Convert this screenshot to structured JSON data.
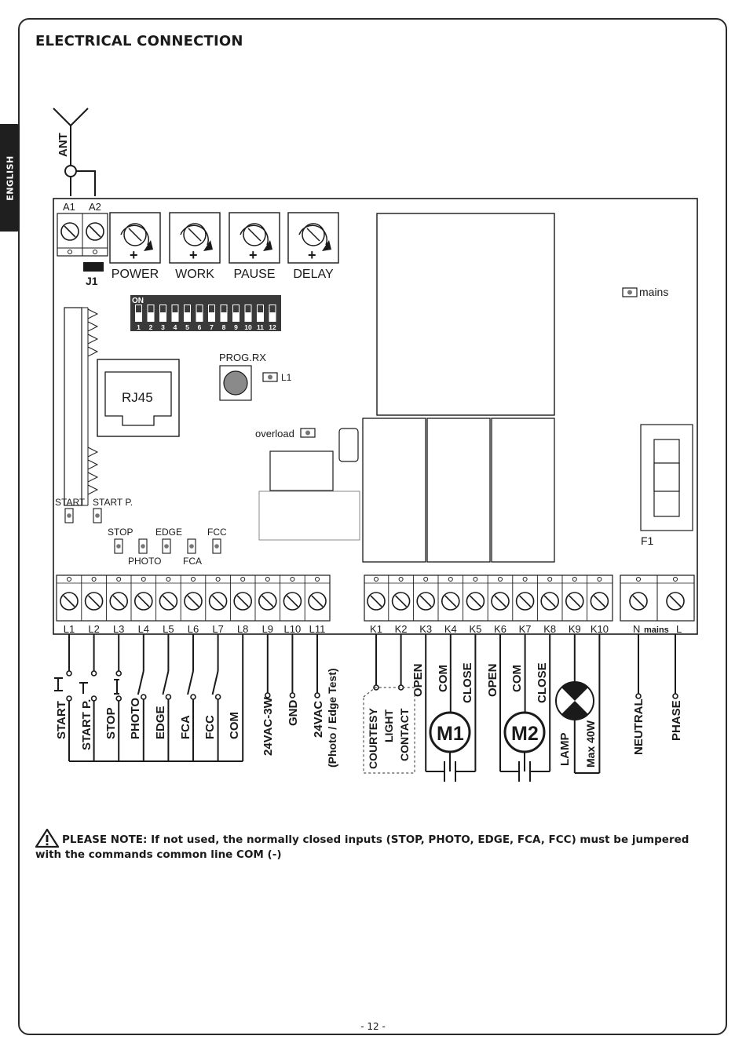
{
  "page": {
    "title": "ELECTRICAL CONNECTION",
    "language_tab": "ENGLISH",
    "page_number": "- 12 -"
  },
  "antenna": {
    "label": "ANT",
    "terminals": [
      "A1",
      "A2"
    ],
    "jumper": "J1"
  },
  "trimmers": [
    "POWER",
    "WORK",
    "PAUSE",
    "DELAY"
  ],
  "dip_switch": {
    "on_label": "ON",
    "numbers": [
      "1",
      "2",
      "3",
      "4",
      "5",
      "6",
      "7",
      "8",
      "9",
      "10",
      "11",
      "12"
    ]
  },
  "board": {
    "rj45": "RJ45",
    "prog_rx": "PROG.RX",
    "l1_led": "L1",
    "overload": "overload",
    "mains_led": "mains",
    "fuse": "F1",
    "leds": [
      "START",
      "START P.",
      "STOP",
      "EDGE",
      "FCC",
      "PHOTO",
      "FCA"
    ]
  },
  "terminals_l": [
    "L1",
    "L2",
    "L3",
    "L4",
    "L5",
    "L6",
    "L7",
    "L8",
    "L9",
    "L10",
    "L11"
  ],
  "terminals_k": [
    "K1",
    "K2",
    "K3",
    "K4",
    "K5",
    "K6",
    "K7",
    "K8",
    "K9",
    "K10"
  ],
  "terminals_mains": {
    "n": "N",
    "mains": "mains",
    "l": "L"
  },
  "inputs": [
    "START",
    "START P.",
    "STOP",
    "PHOTO",
    "EDGE",
    "FCA",
    "FCC",
    "COM"
  ],
  "outputs": {
    "v24_3w": "24VAC-3W",
    "gnd": "GND",
    "v24_test": "24VAC",
    "v24_test_sub": "(Photo / Edge Test)",
    "courtesy": [
      "COURTESY",
      "LIGHT",
      "CONTACT"
    ],
    "open1": "OPEN",
    "m1": [
      "COM",
      "CLOSE"
    ],
    "m1_label": "M1",
    "open2": "OPEN",
    "m2": [
      "COM",
      "CLOSE"
    ],
    "m2_label": "M2",
    "lamp": "LAMP",
    "lamp_max": "Max 40W",
    "neutral": "NEUTRAL",
    "phase": "PHASE"
  },
  "note": {
    "lead": "PLEASE NOTE:",
    "text": " If not used, the normally closed inputs (STOP, PHOTO, EDGE, FCA, FCC) must be jumpered with the commands common line COM (-)"
  }
}
